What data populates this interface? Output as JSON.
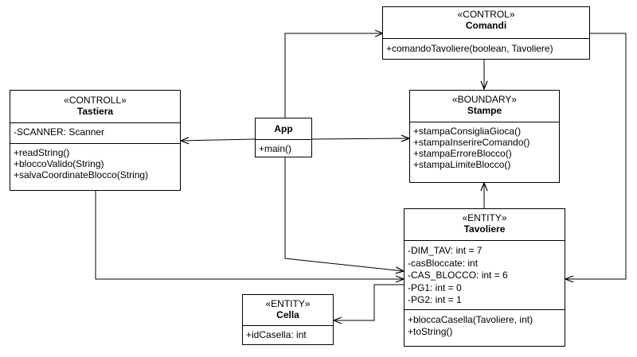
{
  "classes": {
    "comandi": {
      "stereotype": "«CONTROL»",
      "name": "Comandi",
      "attributes": [],
      "methods": [
        "+comandoTavoliere(boolean, Tavoliere)"
      ]
    },
    "tastiera": {
      "stereotype": "«CONTROLL»",
      "name": "Tastiera",
      "attributes": [
        "-SCANNER: Scanner"
      ],
      "methods": [
        "+readString()",
        "+bloccoValido(String)",
        "+salvaCoordinateBlocco(String)"
      ]
    },
    "app": {
      "stereotype": "",
      "name": "App",
      "attributes": [],
      "methods": [
        "+main()"
      ]
    },
    "stampe": {
      "stereotype": "«BOUNDARY»",
      "name": "Stampe",
      "attributes": [],
      "methods": [
        "+stampaConsigliaGioca()",
        "+stampaInserireComando()",
        "+stampaErroreBlocco()",
        "+stampaLimiteBlocco()"
      ]
    },
    "tavoliere": {
      "stereotype": "«ENTITY»",
      "name": "Tavoliere",
      "attributes": [
        "-DIM_TAV: int = 7",
        "-casBloccate: int",
        "-CAS_BLOCCO: int = 6",
        "-PG1: int = 0",
        "-PG2: int = 1"
      ],
      "methods": [
        "+bloccaCasella(Tavoliere, int)",
        "+toString()"
      ]
    },
    "cella": {
      "stereotype": "«ENTITY»",
      "name": "Cella",
      "attributes": [],
      "methods": [
        "+idCasella: int"
      ]
    }
  },
  "colors": {
    "line": "#000000",
    "background": "#ffffff"
  }
}
